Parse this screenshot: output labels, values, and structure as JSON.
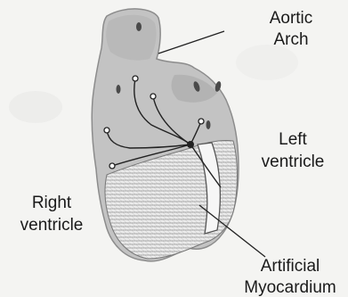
{
  "labels": {
    "aortic_arch": [
      "Aortic",
      "Arch"
    ],
    "left_ventricle": [
      "Left",
      "ventricle"
    ],
    "right_ventricle": [
      "Right",
      "ventricle"
    ],
    "artificial_myocardium": [
      "Artificial",
      "Myocardium"
    ]
  },
  "colors": {
    "background": "#f4f4f2",
    "heart_fill": "#c3c3c3",
    "heart_dark": "#7d7d7d",
    "mesh_fill": "#ececec",
    "line": "#222222",
    "text": "#1a1a1a"
  }
}
